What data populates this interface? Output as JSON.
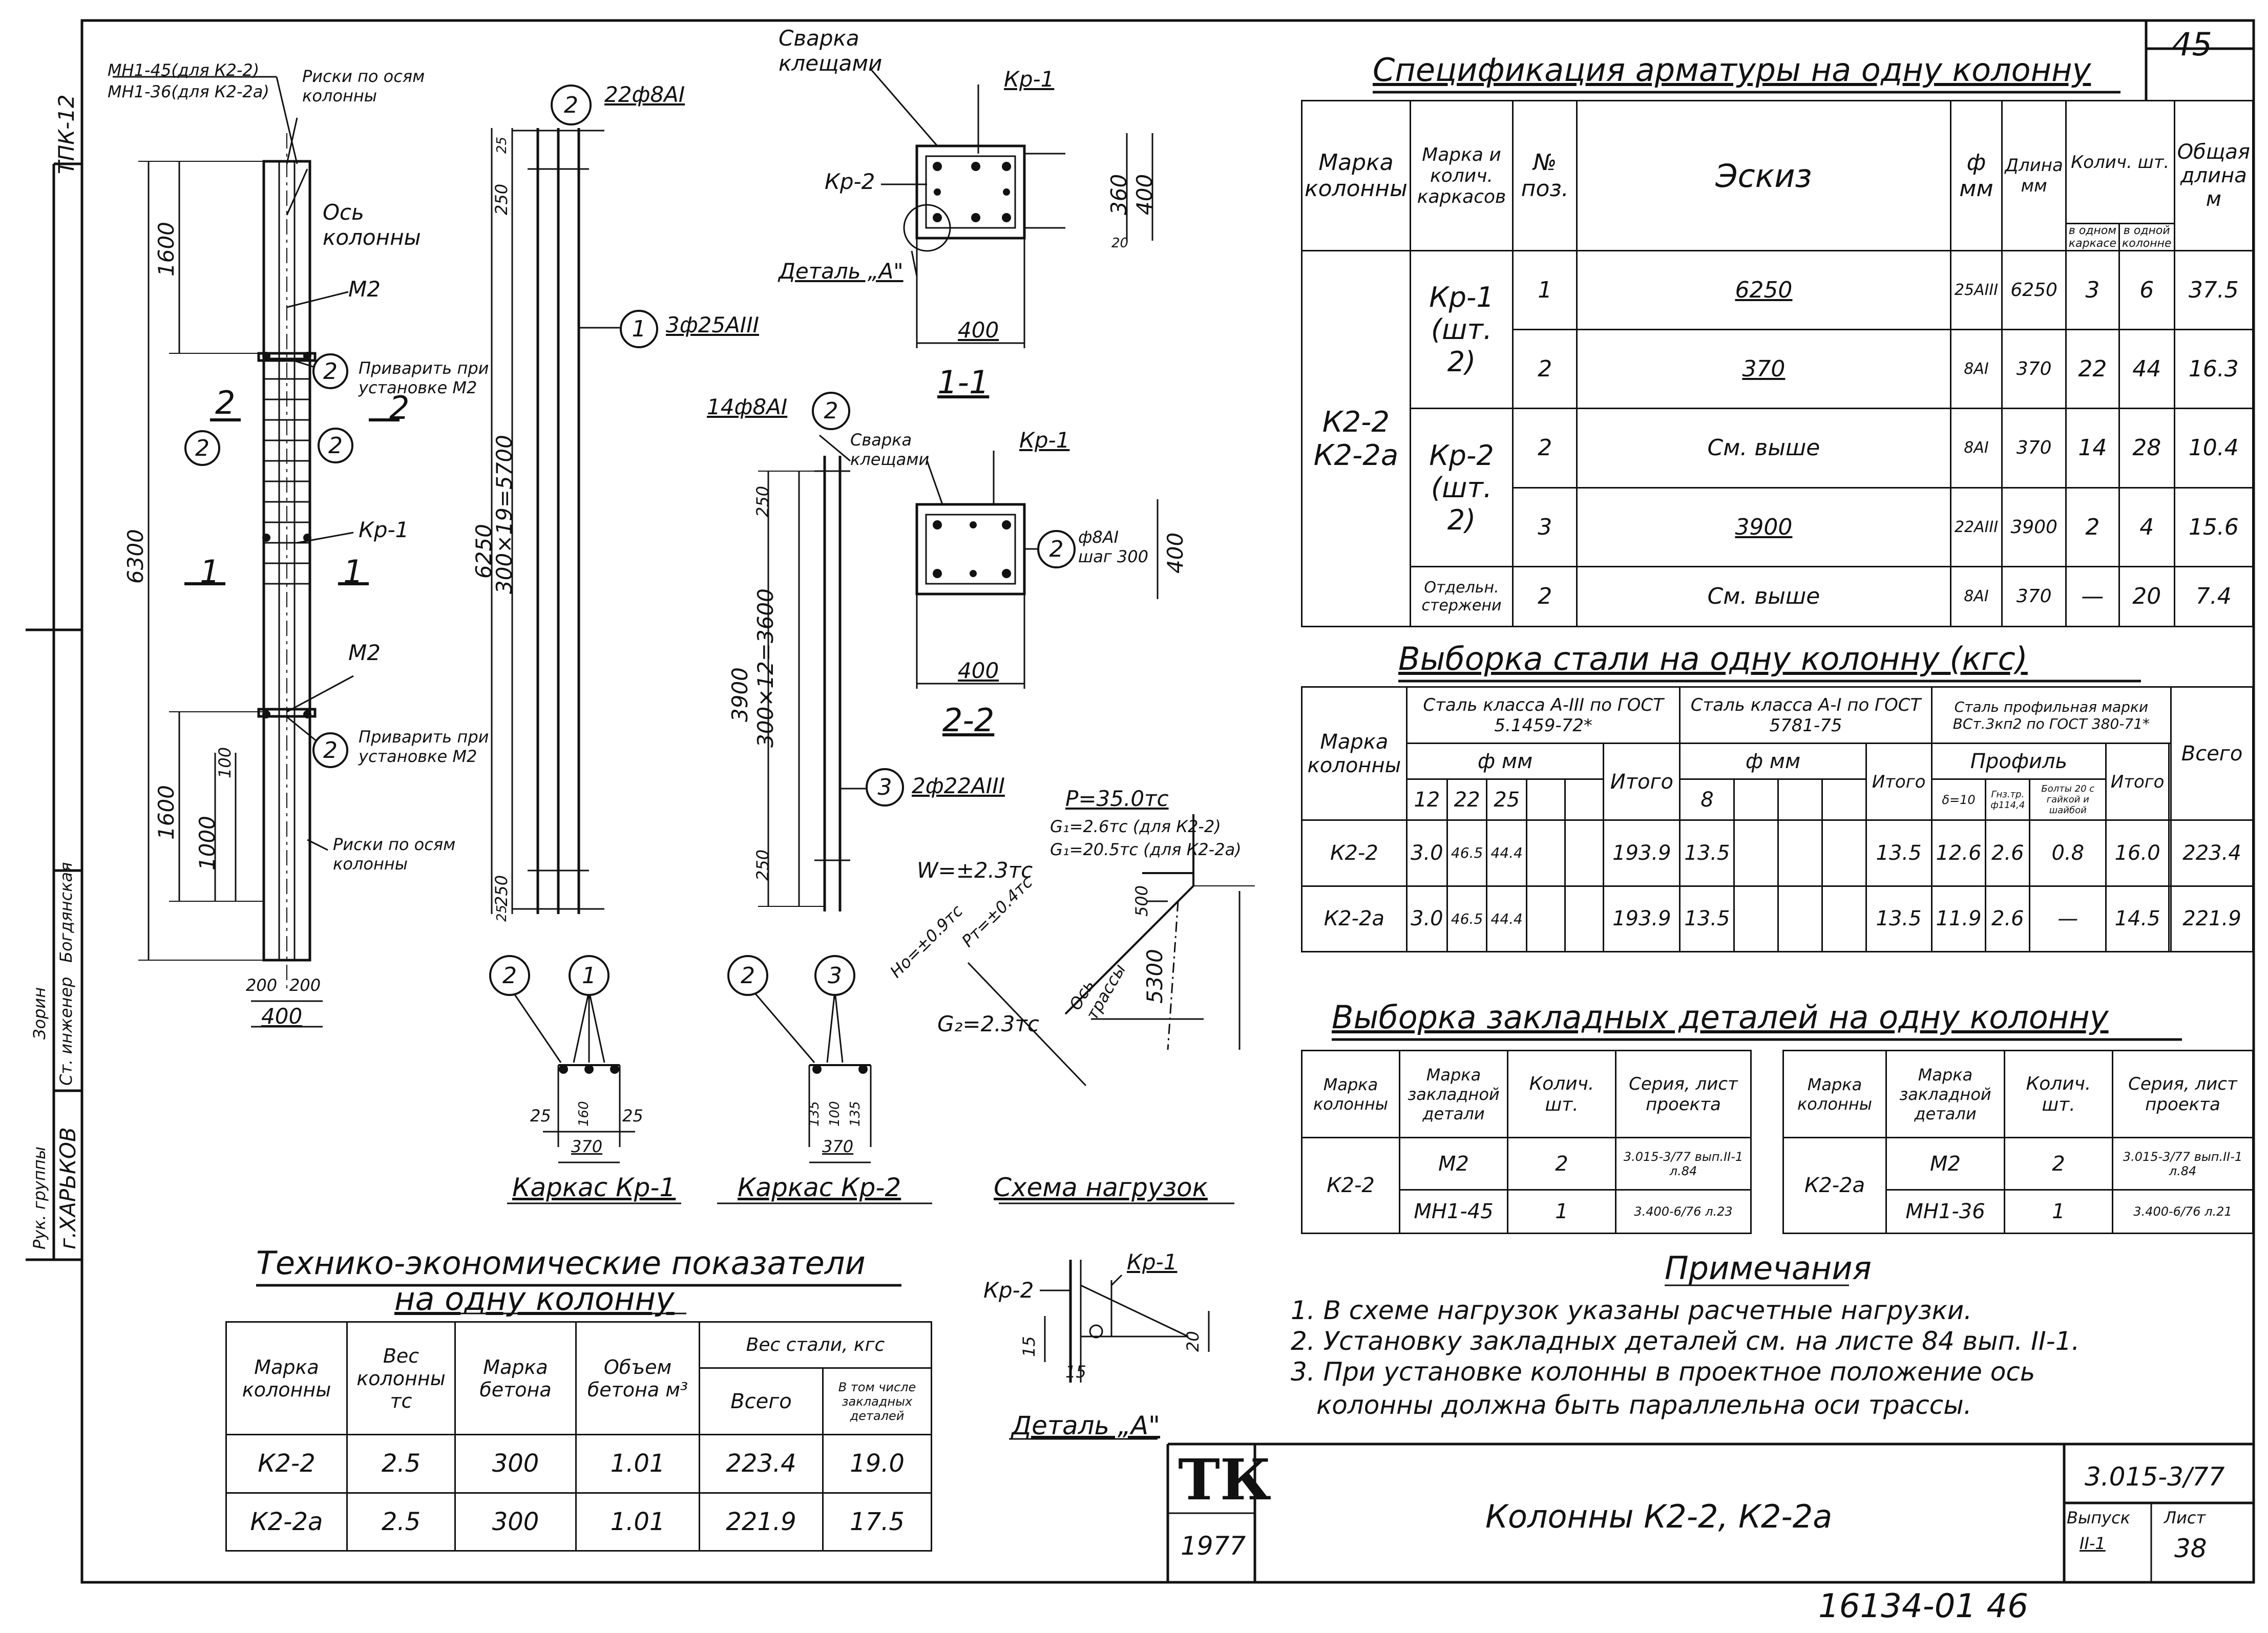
{
  "sheet": {
    "series": "3.015-3/77",
    "title": "Колонны К2-2, К2-2а",
    "year": "1977",
    "logo": "ТК",
    "issue_label": "Выпуск",
    "issue_value": "II-1",
    "sheet_label": "Лист",
    "sheet_value": "38",
    "corner_number": "45",
    "bottom_stamp": "16134-01   46",
    "left_margin_code": "ТПК-12",
    "city": "г.ХАРЬКОВ",
    "sign_rows": [
      {
        "role": "Рук. группы",
        "name": "Зорин"
      },
      {
        "role": "Ст. инженер",
        "name": "Богдянская"
      }
    ]
  },
  "column_view": {
    "label_mn145": "МН1-45(для К2-2)",
    "label_mn136": "МН1-36(для К2-2а)",
    "label_axis_marks": "Риски по осям колонны",
    "label_axis": "Ось колонны",
    "label_m2_top": "М2",
    "label_m2_bottom": "М2",
    "label_weld_top": "Приварить при установке М2",
    "label_weld_bottom": "Приварить при установке М2",
    "label_kr1": "Кр-1",
    "label_axis_marks_bottom": "Риски по осям колонны",
    "section_mark_1": "1",
    "section_mark_2": "2",
    "dim_total": "6300",
    "dim_1600_top": "1600",
    "dim_1600_bottom": "1600",
    "dim_1000": "1000",
    "dim_100": "100",
    "dim_200a": "200",
    "dim_200b": "200",
    "dim_400": "400",
    "circle_2": "2"
  },
  "frame_kr1": {
    "label_bars": "22ф8АI",
    "label_main": "3ф25АIII",
    "dim_6250": "6250",
    "dim_pitch": "300×19=5700",
    "dim_250a": "250",
    "dim_250b": "250",
    "dim_25a": "25",
    "dim_25b": "25",
    "caption": "Каркас Кр-1",
    "section_dim_25a": "25",
    "section_dim_25b": "25",
    "section_dim_160": "160",
    "section_dim_370": "370"
  },
  "frame_kr2": {
    "label_bars": "14ф8АI",
    "label_weld": "Сварка клещами",
    "label_main": "2ф22АIII",
    "dim_3900": "3900",
    "dim_pitch": "300×12=3600",
    "dim_250a": "250",
    "dim_250b": "250",
    "caption": "Каркас Кр-2",
    "section_dim_135a": "135",
    "section_dim_100": "100",
    "section_dim_135b": "135",
    "section_dim_370": "370"
  },
  "section_1": {
    "label_weld": "Сварка клещами",
    "label_kr1": "Кр-1",
    "label_kr2": "Кр-2",
    "label_detail": "Деталь „А\"",
    "dim_360": "360",
    "dim_400v": "400",
    "dim_20": "20",
    "dim_400": "400",
    "caption": "1-1"
  },
  "section_2": {
    "label_weld": "Сварка клещами",
    "label_kr1": "Кр-1",
    "label_bars": "ф8АI шаг 300",
    "dim_400v": "400",
    "dim_400": "400",
    "caption": "2-2"
  },
  "load_scheme": {
    "p": "P=35.0тс",
    "g1a": "G₁=2.6тс (для К2-2)",
    "g1b": "G₁=20.5тс (для К2-2а)",
    "w": "W=±2.3тс",
    "h": "Hо=±0.9тс",
    "pt": "Pт=±0.4тс",
    "g2": "G₂=2.3тс",
    "axis": "Ось трассы",
    "dim_500": "500",
    "dim_5300": "5300",
    "caption": "Схема нагрузок"
  },
  "detail_a": {
    "label_kr1": "Кр-1",
    "label_kr2": "Кр-2",
    "dim_15a": "15",
    "dim_15b": "15",
    "dim_20": "20",
    "caption": "Деталь „А\""
  },
  "spec_table": {
    "title": "Спецификация арматуры на одну колонну",
    "headers": {
      "mark": "Марка колонны",
      "frame": "Марка и колич. каркасов",
      "pos": "№ поз.",
      "sketch": "Эскиз",
      "dia": "ф мм",
      "length": "Длина мм",
      "qty": "Колич. шт.",
      "qty_frame": "в одном каркасе",
      "qty_col": "в одной колонне",
      "total": "Общая длина м"
    },
    "column_marks": "К2-2 К2-2а",
    "groups": [
      {
        "frame": "Кр-1 (шт. 2)",
        "rows": [
          {
            "pos": "1",
            "sketch": "6250",
            "dia": "25АIII",
            "length": "6250",
            "q_frame": "3",
            "q_col": "6",
            "total": "37.5"
          },
          {
            "pos": "2",
            "sketch": "370",
            "dia": "8АI",
            "length": "370",
            "q_frame": "22",
            "q_col": "44",
            "total": "16.3"
          }
        ]
      },
      {
        "frame": "Кр-2 (шт. 2)",
        "rows": [
          {
            "pos": "2",
            "sketch": "См. выше",
            "dia": "8АI",
            "length": "370",
            "q_frame": "14",
            "q_col": "28",
            "total": "10.4"
          },
          {
            "pos": "3",
            "sketch": "3900",
            "dia": "22АIII",
            "length": "3900",
            "q_frame": "2",
            "q_col": "4",
            "total": "15.6"
          }
        ]
      },
      {
        "frame": "Отдельн. стержени",
        "rows": [
          {
            "pos": "2",
            "sketch": "См. выше",
            "dia": "8АI",
            "length": "370",
            "q_frame": "—",
            "q_col": "20",
            "total": "7.4"
          }
        ]
      }
    ]
  },
  "steel_table": {
    "title": "Выборка стали на одну колонну (кгс)",
    "h_mark": "Марка колонны",
    "h_a3": "Сталь класса А-III по ГОСТ 5.1459-72*",
    "h_a1": "Сталь класса А-I по ГОСТ 5781-75",
    "h_prof": "Сталь профильная марки ВСт.3кп2 по ГОСТ 380-71*",
    "h_fmm": "ф мм",
    "h_fmm2": "ф мм",
    "h_profile": "Профиль",
    "h_total": "Итого",
    "h_grand": "Всего",
    "h_d12": "12",
    "h_d22": "22",
    "h_d25": "25",
    "h_d8": "8",
    "h_s10": "δ=10",
    "h_pipe": "Гнз.тр. ф114,4",
    "h_bolt": "Болты 20 с гайкой и шайбой",
    "rows": [
      {
        "mark": "К2-2",
        "d12": "3.0",
        "d22": "46.5",
        "d25": "44.4",
        "t1": "193.9",
        "d8": "13.5",
        "t2": "13.5",
        "s10": "12.6",
        "pipe": "2.6",
        "bolt": "0.8",
        "t3": "16.0",
        "all": "223.4"
      },
      {
        "mark": "К2-2а",
        "d12": "3.0",
        "d22": "46.5",
        "d25": "44.4",
        "t1": "193.9",
        "d8": "13.5",
        "t2": "13.5",
        "s10": "11.9",
        "pipe": "2.6",
        "bolt": "—",
        "t3": "14.5",
        "all": "221.9"
      }
    ]
  },
  "embed_table": {
    "title": "Выборка закладных деталей на одну колонну",
    "h_mark": "Марка колонны",
    "h_part": "Марка закладной детали",
    "h_qty": "Колич. шт.",
    "h_series": "Серия, лист проекта",
    "left": {
      "mark": "К2-2",
      "rows": [
        {
          "part": "М2",
          "qty": "2",
          "series": "3.015-3/77 вып.II-1 л.84"
        },
        {
          "part": "МН1-45",
          "qty": "1",
          "series": "3.400-6/76 л.23"
        }
      ]
    },
    "right": {
      "mark": "К2-2а",
      "rows": [
        {
          "part": "М2",
          "qty": "2",
          "series": "3.015-3/77 вып.II-1 л.84"
        },
        {
          "part": "МН1-36",
          "qty": "1",
          "series": "3.400-6/76 л.21"
        }
      ]
    }
  },
  "tech_table": {
    "title_line1": "Технико-экономические показатели",
    "title_line2": "на одну колонну",
    "h_mark": "Марка колонны",
    "h_weight": "Вес колонны тс",
    "h_concrete": "Марка бетона",
    "h_volume": "Объем бетона м³",
    "h_steel": "Вес стали, кгс",
    "h_all": "Всего",
    "h_embed": "В том числе закладных деталей",
    "rows": [
      {
        "mark": "К2-2",
        "weight": "2.5",
        "concrete": "300",
        "volume": "1.01",
        "all": "223.4",
        "embed": "19.0"
      },
      {
        "mark": "К2-2а",
        "weight": "2.5",
        "concrete": "300",
        "volume": "1.01",
        "all": "221.9",
        "embed": "17.5"
      }
    ]
  },
  "notes": {
    "title": "Примечания",
    "items": [
      "1. В схеме нагрузок указаны расчетные нагрузки.",
      "2. Установку закладных деталей см. на листе 84 вып. II-1.",
      "3. При установке колонны в проектное положение ось",
      "колонны должна быть параллельна оси трассы."
    ]
  }
}
